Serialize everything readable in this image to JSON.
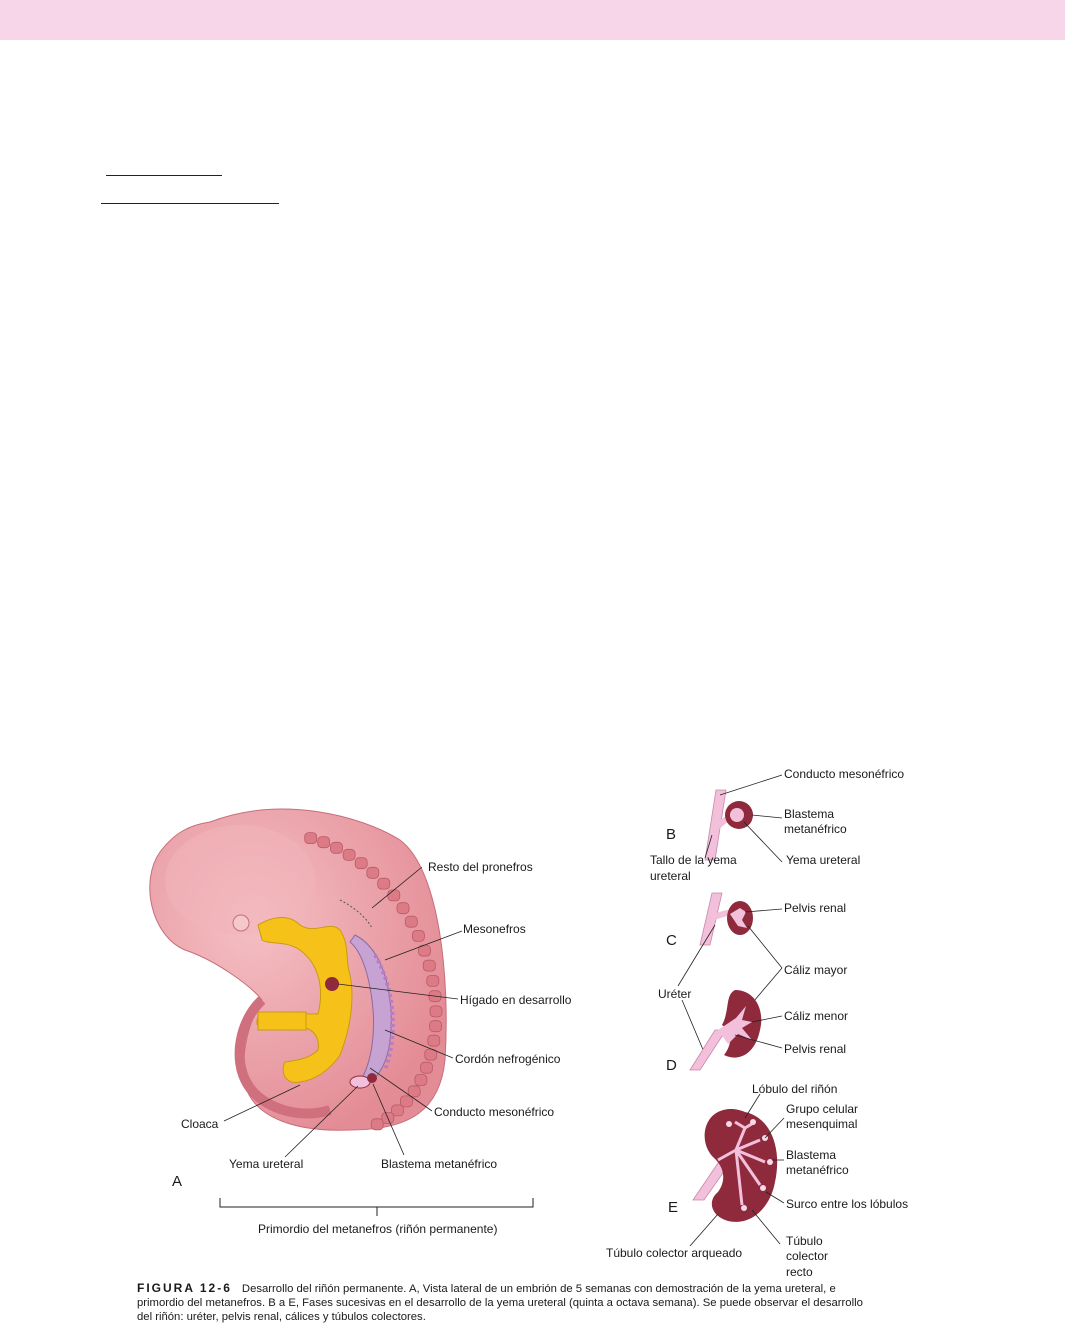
{
  "figure": {
    "panel_A": {
      "letter": "A",
      "labels": {
        "resto_pronefros": "Resto del pronefros",
        "mesonefros": "Mesonefros",
        "higado": "Hígado en desarrollo",
        "cordon": "Cordón nefrogénico",
        "conducto_meso": "Conducto mesonéfrico",
        "cloaca": "Cloaca",
        "yema": "Yema ureteral",
        "blastema": "Blastema metanéfrico"
      },
      "bracket_label": "Primordio del metanefros (riñón permanente)"
    },
    "panel_B": {
      "letter": "B",
      "conducto": "Conducto mesonéfrico",
      "blastema_1": "Blastema",
      "blastema_2": "metanéfrico",
      "yema": "Yema ureteral",
      "tallo_1": "Tallo de la yema",
      "tallo_2": "ureteral"
    },
    "panel_C": {
      "letter": "C",
      "pelvis": "Pelvis renal",
      "caliz_mayor": "Cáliz mayor"
    },
    "ureter": "Uréter",
    "panel_D": {
      "letter": "D",
      "caliz_menor": "Cáliz menor",
      "pelvis": "Pelvis renal"
    },
    "panel_E": {
      "letter": "E",
      "lobulo": "Lóbulo del riñón",
      "grupo_1": "Grupo celular",
      "grupo_2": "mesenquimal",
      "blastema_1": "Blastema",
      "blastema_2": "metanéfrico",
      "surco": "Surco entre los lóbulos",
      "arqueado": "Túbulo colector arqueado",
      "recto_1": "Túbulo",
      "recto_2": "colector",
      "recto_3": "recto"
    }
  },
  "caption": {
    "label": "FIGURA 12-6",
    "text_line1": "Desarrollo del riñón permanente. A, Vista lateral de un embrión de 5 semanas con demostración de la yema ureteral, e",
    "text_line2": "primordio del metanefros. B a E, Fases sucesivas en el desarrollo de la yema ureteral (quinta a octava semana). Se puede observar el desarrollo",
    "text_line3": "del riñón: uréter, pelvis renal, cálices y túbulos colectores."
  },
  "colors": {
    "band": "#f8d6ea",
    "embryo": "#e89aa1",
    "somite": "#d97883",
    "yellow": "#f6c21a",
    "kidney": "#8e2a3c",
    "pale_pink": "#f3c0dc",
    "mesonephros": "#c7a3d3"
  }
}
